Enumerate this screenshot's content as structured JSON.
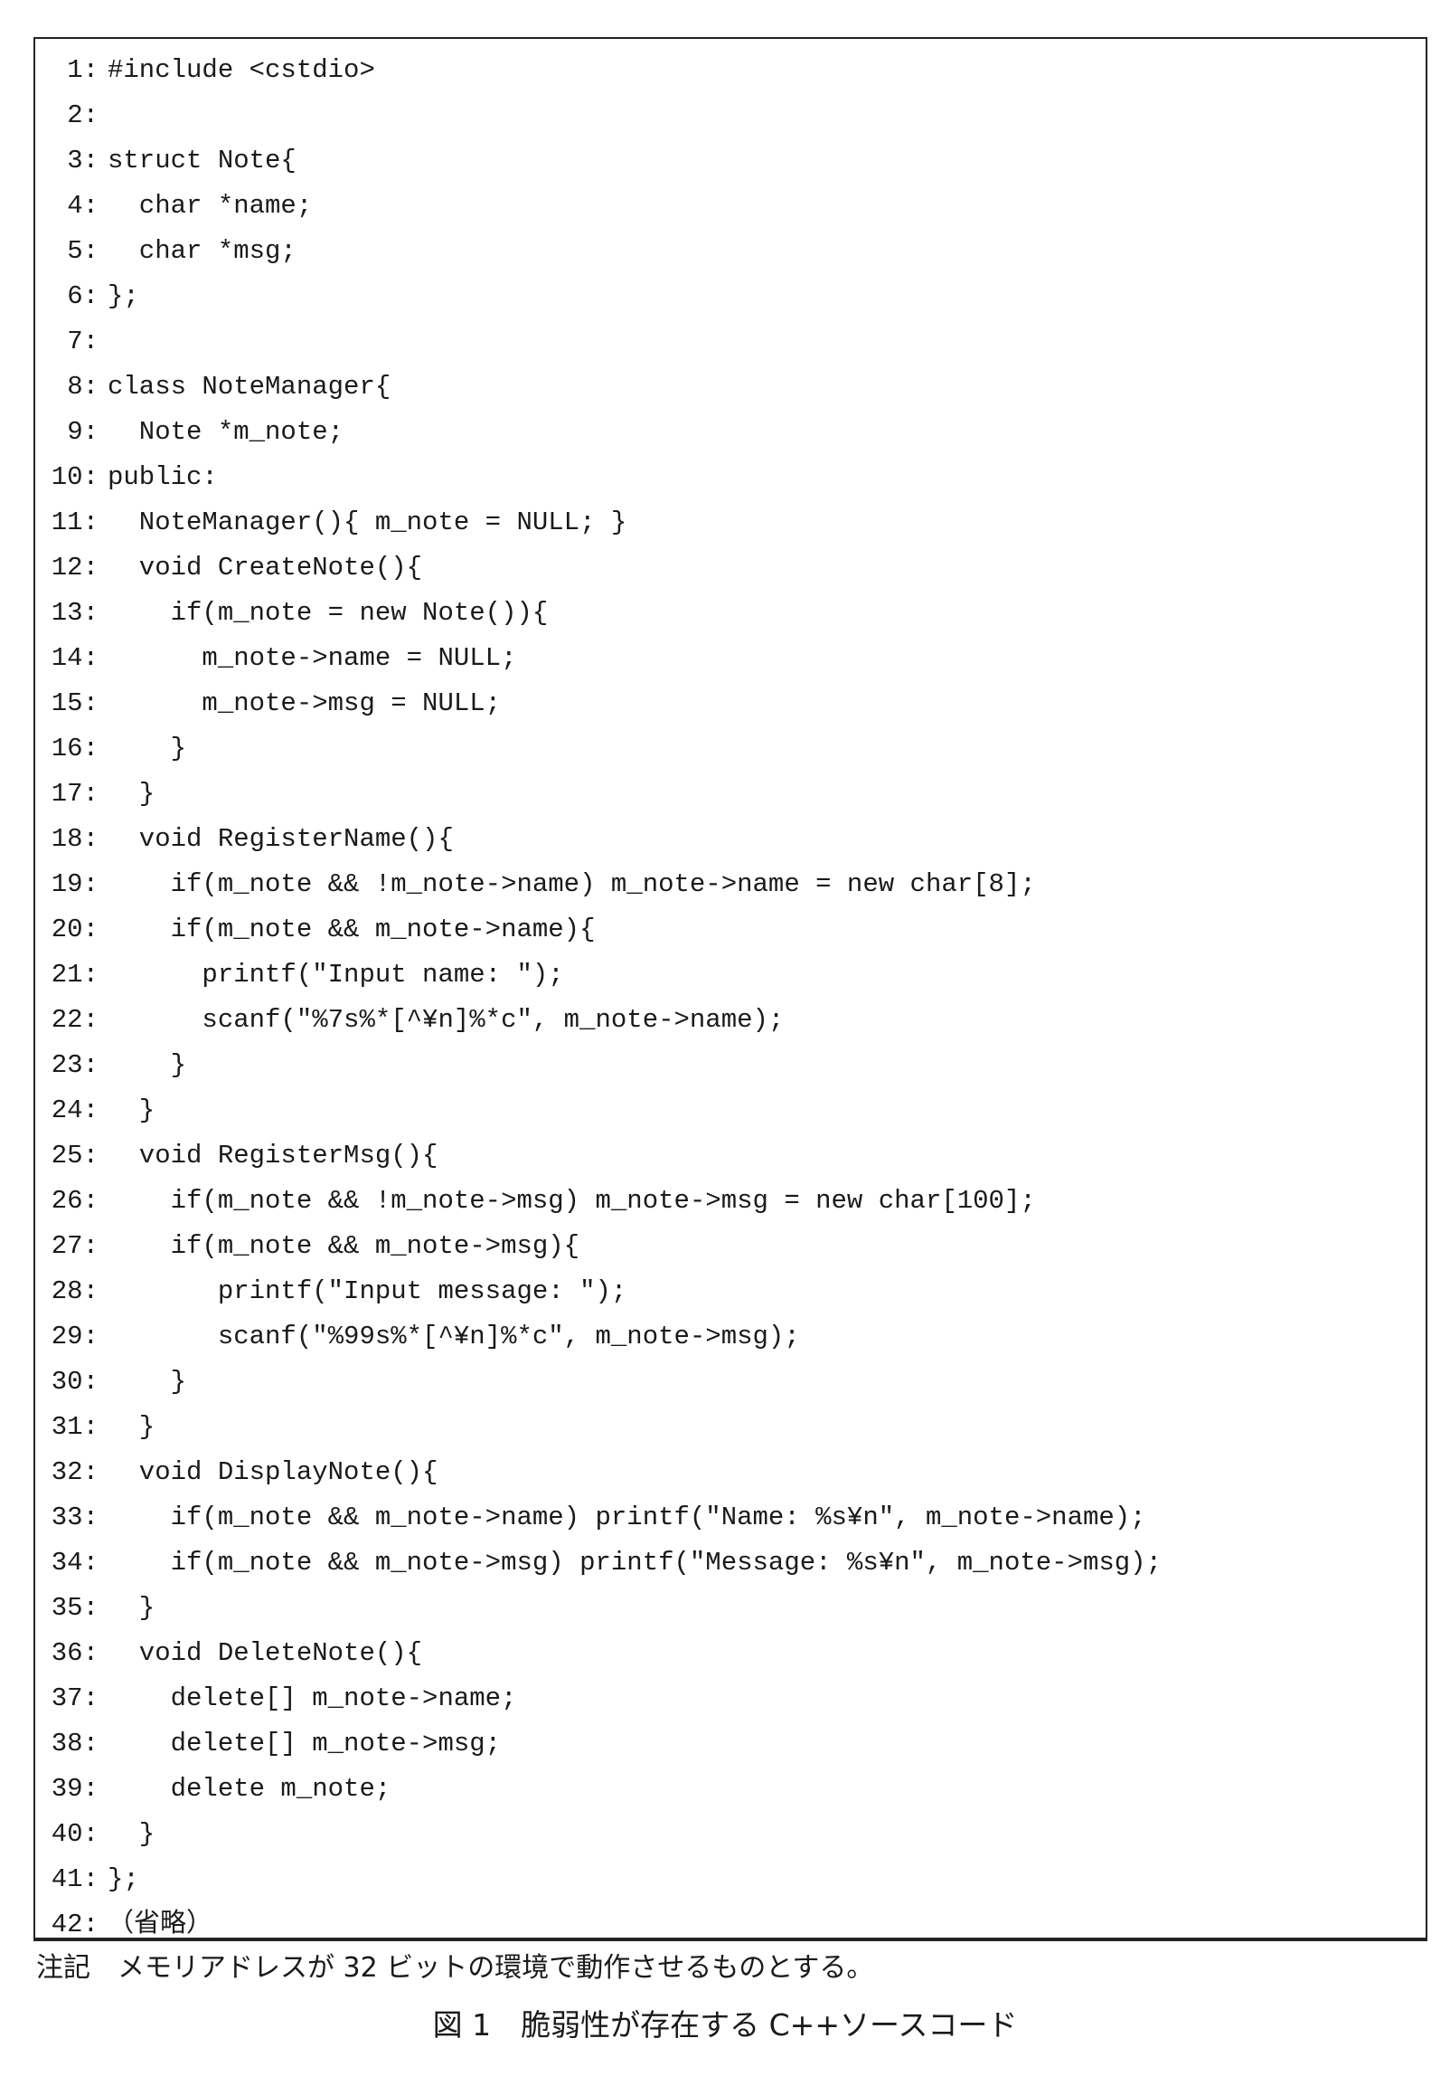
{
  "code_lines": [
    {
      "num": "1:",
      "code": "#include <cstdio>"
    },
    {
      "num": "2:",
      "code": ""
    },
    {
      "num": "3:",
      "code": "struct Note{"
    },
    {
      "num": "4:",
      "code": "  char *name;"
    },
    {
      "num": "5:",
      "code": "  char *msg;"
    },
    {
      "num": "6:",
      "code": "};"
    },
    {
      "num": "7:",
      "code": ""
    },
    {
      "num": "8:",
      "code": "class NoteManager{"
    },
    {
      "num": "9:",
      "code": "  Note *m_note;"
    },
    {
      "num": "10:",
      "code": "public:"
    },
    {
      "num": "11:",
      "code": "  NoteManager(){ m_note = NULL; }"
    },
    {
      "num": "12:",
      "code": "  void CreateNote(){"
    },
    {
      "num": "13:",
      "code": "    if(m_note = new Note()){"
    },
    {
      "num": "14:",
      "code": "      m_note->name = NULL;"
    },
    {
      "num": "15:",
      "code": "      m_note->msg = NULL;"
    },
    {
      "num": "16:",
      "code": "    }"
    },
    {
      "num": "17:",
      "code": "  }"
    },
    {
      "num": "18:",
      "code": "  void RegisterName(){"
    },
    {
      "num": "19:",
      "code": "    if(m_note && !m_note->name) m_note->name = new char[8];"
    },
    {
      "num": "20:",
      "code": "    if(m_note && m_note->name){"
    },
    {
      "num": "21:",
      "code": "      printf(\"Input name: \");"
    },
    {
      "num": "22:",
      "code": "      scanf(\"%7s%*[^¥n]%*c\", m_note->name);"
    },
    {
      "num": "23:",
      "code": "    }"
    },
    {
      "num": "24:",
      "code": "  }"
    },
    {
      "num": "25:",
      "code": "  void RegisterMsg(){"
    },
    {
      "num": "26:",
      "code": "    if(m_note && !m_note->msg) m_note->msg = new char[100];"
    },
    {
      "num": "27:",
      "code": "    if(m_note && m_note->msg){"
    },
    {
      "num": "28:",
      "code": "       printf(\"Input message: \");"
    },
    {
      "num": "29:",
      "code": "       scanf(\"%99s%*[^¥n]%*c\", m_note->msg);"
    },
    {
      "num": "30:",
      "code": "    }"
    },
    {
      "num": "31:",
      "code": "  }"
    },
    {
      "num": "32:",
      "code": "  void DisplayNote(){"
    },
    {
      "num": "33:",
      "code": "    if(m_note && m_note->name) printf(\"Name: %s¥n\", m_note->name);"
    },
    {
      "num": "34:",
      "code": "    if(m_note && m_note->msg) printf(\"Message: %s¥n\", m_note->msg);"
    },
    {
      "num": "35:",
      "code": "  }"
    },
    {
      "num": "36:",
      "code": "  void DeleteNote(){"
    },
    {
      "num": "37:",
      "code": "    delete[] m_note->name;"
    },
    {
      "num": "38:",
      "code": "    delete[] m_note->msg;"
    },
    {
      "num": "39:",
      "code": "    delete m_note;"
    },
    {
      "num": "40:",
      "code": "  }"
    },
    {
      "num": "41:",
      "code": "};"
    },
    {
      "num": "42:",
      "code": "（省略）"
    }
  ],
  "note": "注記　メモリアドレスが 32 ビットの環境で動作させるものとする。",
  "caption": "図 1　脆弱性が存在する C++ソースコード"
}
